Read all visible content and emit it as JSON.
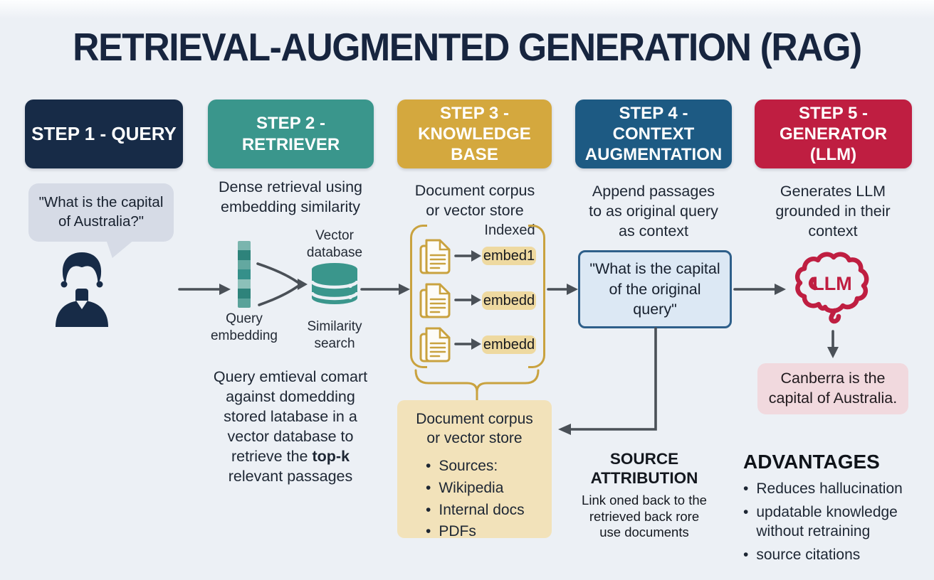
{
  "title": "RETRIEVAL-AUGMENTED GENERATION (RAG)",
  "steps": [
    {
      "label": "STEP 1 - QUERY"
    },
    {
      "label": "STEP 2 -\nRETRIEVER"
    },
    {
      "label": "STEP 3 -\nKNOWLEDGE\nBASE"
    },
    {
      "label": "STEP 4 -\nCONTEXT\nAUGMENTATION"
    },
    {
      "label": "STEP 5 -\nGENERATOR\n(LLM)"
    }
  ],
  "step1": {
    "query_bubble": "\"What is the capital\nof Australia?\""
  },
  "step2": {
    "heading": "Dense retrieval using\nembedding similarity",
    "query_embedding_label": "Query\nembedding",
    "vector_db_label": "Vector\ndatabase",
    "similarity_label": "Similarity\nsearch",
    "description_top": "Query emtieval comart\nagainst domedding\nstored latabase in a\nvector database to",
    "description_bold_prefix": "retrieve the ",
    "description_bold": "top-k",
    "description_last": "relevant passages",
    "vector_colors": [
      "#7ab5ae",
      "#2e837b",
      "#63a8a0",
      "#35908a",
      "#8cc0b9",
      "#2e837b",
      "#5aa29a"
    ]
  },
  "step3": {
    "heading": "Document corpus\nor vector store",
    "indexed_label": "Indexed",
    "embeddings": [
      "embed1",
      "embedd",
      "embedd"
    ],
    "corpus_box": {
      "title": "Document corpus\nor vector store",
      "bullets": [
        "Sources:",
        "Wikipedia",
        "Internal docs",
        "PDFs"
      ]
    }
  },
  "step4": {
    "heading": "Append passages\nto as original query\nas context",
    "augmented_query": "\"What is the capital\nof the original\nquery\"",
    "source_attribution_title": "SOURCE\nATTRIBUTION",
    "source_attribution_body": "Link oned back to the\nretrieved back rore\nuse documents"
  },
  "step5": {
    "heading": "Generates LLM\ngrounded in their\ncontext",
    "llm_label": "LLM",
    "answer_box": "Canberra is the\ncapital of Australia.",
    "advantages_title": "ADVANTAGES",
    "advantages": [
      "Reduces hallucination",
      "updatable knowledge without retraining",
      "source citations"
    ]
  },
  "icons": {
    "user-icon": "dark navy person bust silhouette",
    "speech-bubble-icon": "light gray rounded speech bubble with tail",
    "embedding-vector-icon": "vertical teal segmented vector bar",
    "merge-arrows-icon": "two curved arrows converging right",
    "database-icon": "teal stacked-cylinder database",
    "document-icon": "gold stacked pages with folded corner",
    "bracket-icon": "gold square brackets around corpus",
    "brace-icon": "gold horizontal brace pointing to corpus box",
    "brain-icon": "crimson brain outline labeled LLM",
    "arrow-icon": "dark gray straight arrow",
    "elbow-arrow-icon": "dark gray down-then-left elbow arrow"
  },
  "colors": {
    "background": "#ecf0f5",
    "title": "#17253f",
    "step1": "#172b47",
    "step2": "#3a968c",
    "step3": "#d4a83e",
    "step4": "#1d5a83",
    "step5": "#bf1e41",
    "bubble": "#d6dbe6",
    "gold_line": "#c9a23f",
    "gold_box": "#f2e2ba",
    "pill": "#eed9a0",
    "blue_fill": "#dce8f4",
    "blue_border": "#2e5f8a",
    "pink": "#f1d9de",
    "arrow": "#4a5057",
    "ink": "#1d2633"
  }
}
